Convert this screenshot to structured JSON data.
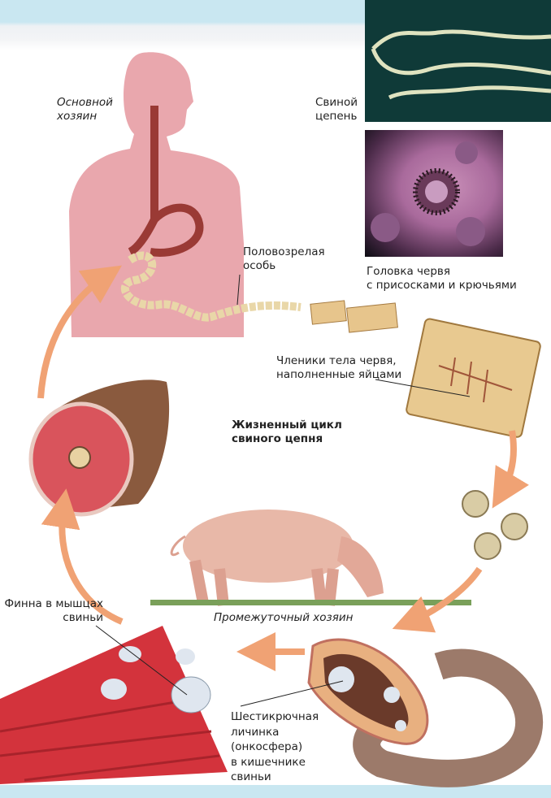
{
  "title": "Жизненный цикл свиного цепня",
  "title_lines": [
    "Жизненный цикл",
    "свиного цепня"
  ],
  "labels": {
    "definitive_host": [
      "Основной",
      "хозяин"
    ],
    "pork_tapeworm": [
      "Свиной",
      "цепень"
    ],
    "adult_worm": [
      "Половозрелая",
      "особь"
    ],
    "worm_head": [
      "Головка червя",
      "с присосками и крючьями"
    ],
    "proglottids": [
      "Членики тела червя,",
      "наполненные яйцами"
    ],
    "cysticercus": [
      "Финна в мышцах",
      "свиньи"
    ],
    "intermediate_host": "Промежуточный хозяин",
    "oncosphere": [
      "Шестикрючная",
      "личинка",
      "(онкосфера)",
      "в кишечнике",
      "свиньи"
    ]
  },
  "colors": {
    "band": "#c9e7f1",
    "arrow": "#f0a274",
    "human": "#e9a7ad",
    "photo_bg": "#0f3a38"
  }
}
